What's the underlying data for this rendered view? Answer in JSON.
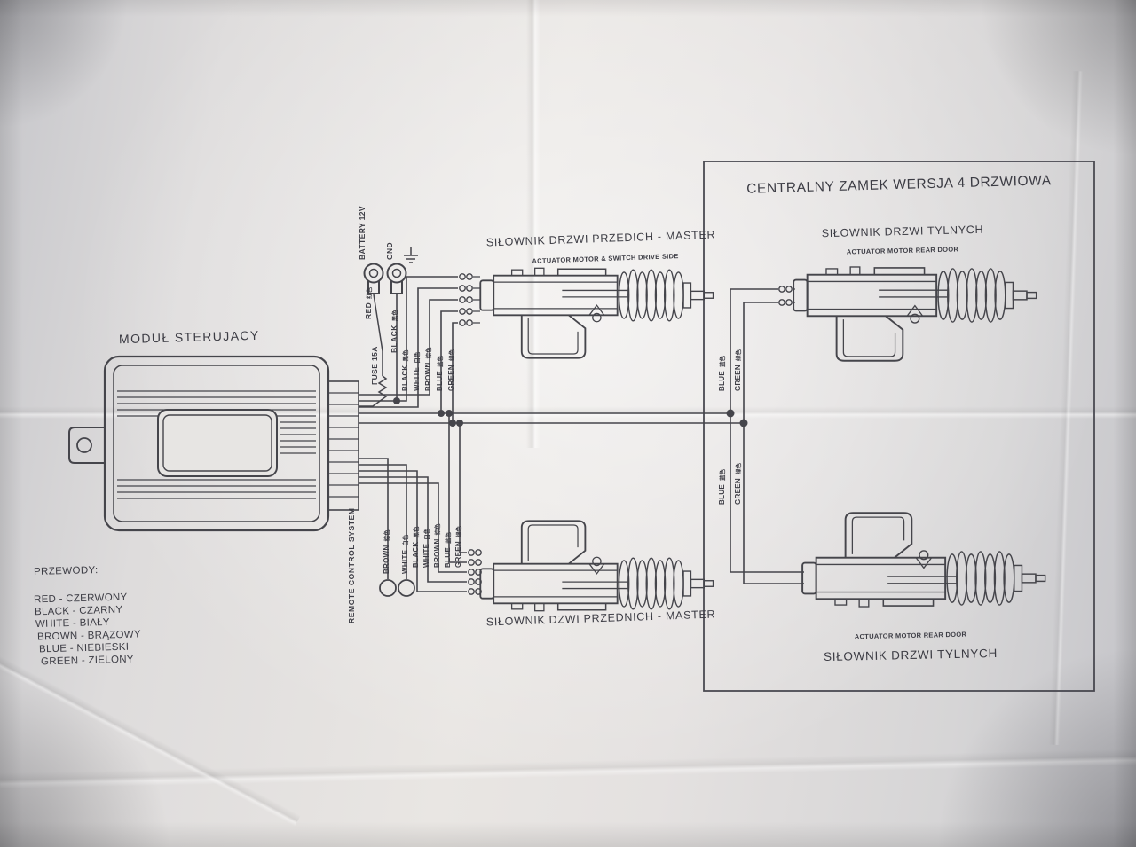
{
  "diagram": {
    "box_title": "CENTRALNY ZAMEK WERSJA 4 DRZWIOWA",
    "module_label": "MODUŁ STERUJACY",
    "remote_label": "REMOTE CONTROL SYSTEM",
    "actuators": {
      "front_top": {
        "pl": "SIŁOWNIK DRZWI PRZEDICH - MASTER",
        "en": "ACTUATOR MOTOR & SWITCH DRIVE SIDE"
      },
      "rear_top": {
        "pl": "SIŁOWNIK DRZWI TYLNYCH",
        "en": "ACTUATOR MOTOR REAR DOOR"
      },
      "front_bottom": {
        "pl": "SIŁOWNIK DZWI PRZEDNICH - MASTER"
      },
      "rear_bottom": {
        "pl": "SIŁOWNIK DRZWI TYLNYCH",
        "en": "ACTUATOR MOTOR REAR DOOR"
      }
    },
    "power": {
      "battery_label": "BATTERY 12V",
      "gnd_label": "GND",
      "fuse_label": "FUSE 15A",
      "red": {
        "name": "RED",
        "cjk": "红色"
      },
      "black": {
        "name": "BLACK",
        "cjk": "黑色"
      }
    },
    "wires_top": [
      {
        "name": "BLACK",
        "cjk": "黑色"
      },
      {
        "name": "WHITE",
        "cjk": "白色"
      },
      {
        "name": "BROWN",
        "cjk": "棕色"
      },
      {
        "name": "BLUE",
        "cjk": "蓝色"
      },
      {
        "name": "GREEN",
        "cjk": "绿色"
      }
    ],
    "wires_bottom": [
      {
        "name": "BROWN",
        "cjk": "棕色"
      },
      {
        "name": "WHITE",
        "cjk": "白色"
      },
      {
        "name": "BLACK",
        "cjk": "黑色"
      },
      {
        "name": "WHITE",
        "cjk": "白色"
      },
      {
        "name": "BROWN",
        "cjk": "棕色"
      },
      {
        "name": "BLUE",
        "cjk": "蓝色"
      },
      {
        "name": "GREEN",
        "cjk": "绿色"
      }
    ],
    "wires_rear": [
      {
        "name": "BLUE",
        "cjk": "蓝色"
      },
      {
        "name": "GREEN",
        "cjk": "绿色"
      }
    ],
    "legend": {
      "title": "PRZEWODY:",
      "entries": [
        "RED - CZERWONY",
        "BLACK - CZARNY",
        "WHITE - BIAŁY",
        "BROWN - BRĄZOWY",
        "BLUE - NIEBIESKI",
        "GREEN - ZIELONY"
      ]
    },
    "colors": {
      "ink": "#45454b",
      "paper": "#e4e2e0"
    }
  }
}
